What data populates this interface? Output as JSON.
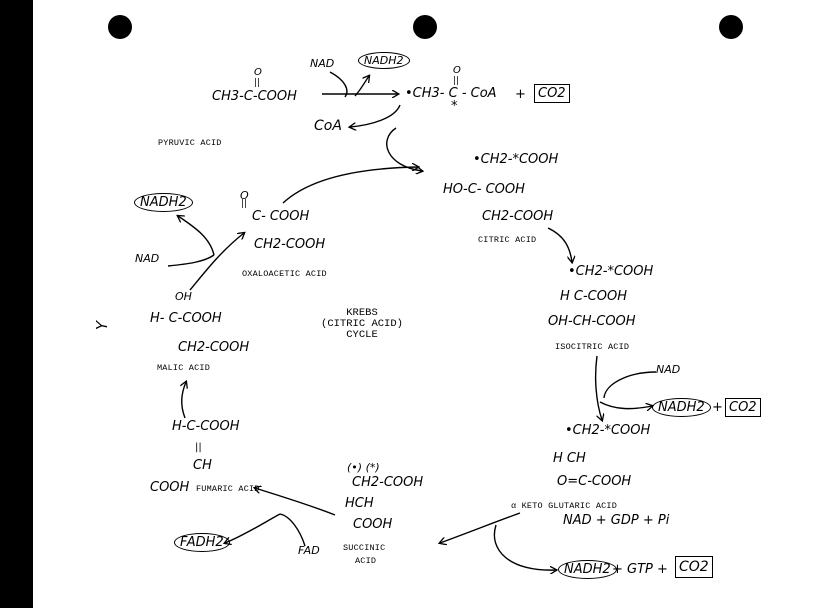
{
  "diagram": {
    "title": [
      "KREBS",
      "(CITRIC ACID)",
      "CYCLE"
    ],
    "margin_mark": "Y",
    "pyruvate": {
      "formula_o": "O",
      "formula_dbl": "||",
      "formula": "CH3-C-COOH",
      "label": "PYRUVIC ACID",
      "nad": "NAD",
      "nadh2": "NADH2",
      "acetyl_o": "O",
      "acetyl_dbl": "||",
      "acetyl": "•CH3- C - CoA",
      "acetyl_star": "*",
      "plus": "+",
      "co2": "CO2",
      "coa": "CoA"
    },
    "citric": {
      "line1": "•CH2-*COOH",
      "line2": "HO-C- COOH",
      "line3": "CH2-COOH",
      "label": "CITRIC ACID"
    },
    "isocitric": {
      "line1": "•CH2-*COOH",
      "line2": "H C-COOH",
      "line3": "OH-CH-COOH",
      "label": "ISOCITRIC ACID",
      "nad": "NAD",
      "nadh2": "NADH2",
      "plus": "+",
      "co2": "CO2"
    },
    "akg": {
      "line1": "•CH2-*COOH",
      "line2": "H CH",
      "line3": "O=C-COOH",
      "label": "α KETO GLUTARIC ACID",
      "inputs": "NAD + GDP + Pi",
      "nadh2": "NADH2",
      "gtp": "+ GTP +",
      "co2": "CO2"
    },
    "succinic": {
      "marks": "(•)   (*)",
      "line1": "CH2-COOH",
      "line2": "HCH",
      "line3": "COOH",
      "label": [
        "SUCCINIC",
        "ACID"
      ],
      "fad": "FAD",
      "fadh2": "FADH2"
    },
    "fumaric": {
      "line1": "H-C-COOH",
      "line2": "||",
      "line3": "CH",
      "line4": "COOH",
      "label": "FUMARIC ACID"
    },
    "malic": {
      "line1": "OH",
      "line2": "H- C-COOH",
      "line3": "CH2-COOH",
      "label": "MALIC ACID",
      "nad": "NAD",
      "nadh2": "NADH2"
    },
    "oxaloacetic": {
      "line1": "O",
      "line2": "||",
      "line3": "C- COOH",
      "line4": "CH2-COOH",
      "label": "OXALOACETIC ACID"
    }
  }
}
